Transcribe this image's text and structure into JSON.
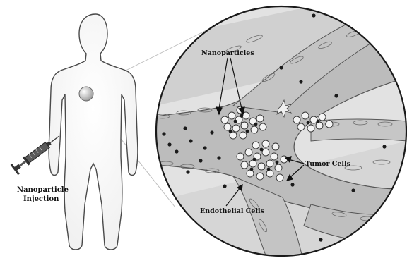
{
  "diagram": {
    "labels": {
      "nanoparticles": "Nanoparticles",
      "tumor_cells": "Tumor Cells",
      "endothelial_cells": "Endothelial Cells",
      "injection_line1": "Nanoparticle",
      "injection_line2": "Injection"
    },
    "icons": {
      "human": "human-silhouette-icon",
      "syringe": "syringe-icon",
      "tumor_site": "tumor-site-icon",
      "magnifier": "magnified-view-circle"
    },
    "colors": {
      "outline": "#2a2a2a",
      "vessel_lumen": "#bdbdbd",
      "tissue": "#e4e4e4",
      "particle": "#1a1a1a"
    }
  }
}
